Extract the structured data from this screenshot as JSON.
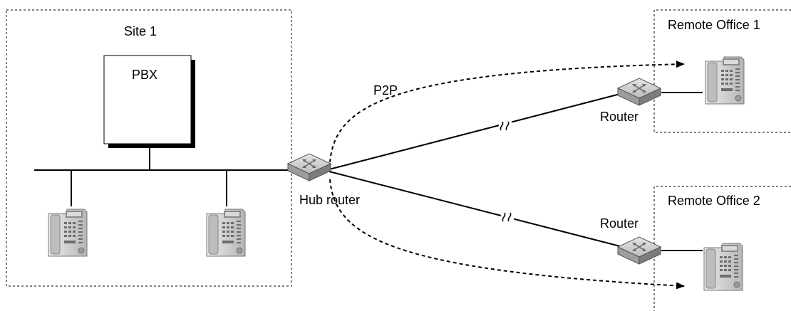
{
  "labels": {
    "site": "Site 1",
    "pbx": "PBX",
    "p2p": "P2P",
    "hub_router": "Hub router",
    "router_1": "Router",
    "router_2": "Router",
    "remote_office_1": "Remote Office 1",
    "remote_office_2": "Remote Office 2"
  },
  "colors": {
    "line": "#000000",
    "router_top": "#cfcfcf",
    "router_side": "#9a9a9a",
    "phone_body": "#cfcfcf",
    "phone_dark": "#8c8c8c"
  }
}
